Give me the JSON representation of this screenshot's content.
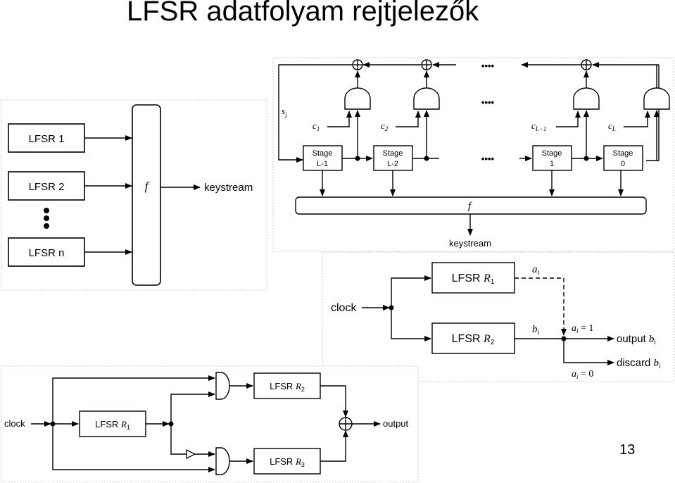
{
  "title": "LFSR adatfolyam rejtjelezők",
  "page_number": "13",
  "fig_combiner": {
    "lfsr1": "LFSR 1",
    "lfsr2": "LFSR 2",
    "lfsrn": "LFSR n",
    "f": "f",
    "keystream": "keystream"
  },
  "fig_filter": {
    "s_j": "s",
    "s_j_sub": "j",
    "c1": "c",
    "c1_sub": "1",
    "c2": "c",
    "c2_sub": "2",
    "cL1": "c",
    "cL1_sub": "L−1",
    "cL": "c",
    "cL_sub": "L",
    "stage_label": "Stage",
    "stage1_num": "L-1",
    "stage2_num": "L-2",
    "stage3_num": "1",
    "stage4_num": "0",
    "dots": "••••",
    "f": "f",
    "keystream": "keystream"
  },
  "fig_shrinking": {
    "clock": "clock",
    "r1": "LFSR ",
    "r1_var": "R",
    "r1_sub": "1",
    "r2": "LFSR ",
    "r2_var": "R",
    "r2_sub": "2",
    "ai": "a",
    "ai_sub": "i",
    "bi": "b",
    "bi_sub": "i",
    "ai_eq1": "a",
    "ai_eq1_sub": "i",
    "ai_eq1_rest": " = 1",
    "ai_eq0": "a",
    "ai_eq0_sub": "i",
    "ai_eq0_rest": " = 0",
    "output": "output ",
    "output_var": "b",
    "output_sub": "i",
    "discard": "discard ",
    "discard_var": "b",
    "discard_sub": "i"
  },
  "fig_altstep": {
    "clock": "clock",
    "r1": "LFSR ",
    "r1_var": "R",
    "r1_sub": "1",
    "r2": "LFSR ",
    "r2_var": "R",
    "r2_sub": "2",
    "r3": "LFSR ",
    "r3_var": "R",
    "r3_sub": "3",
    "output": "output"
  }
}
